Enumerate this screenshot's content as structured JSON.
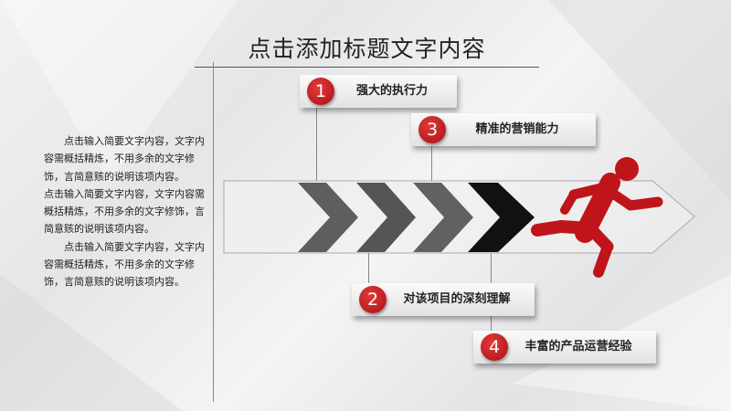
{
  "title": "点击添加标题文字内容",
  "body_paragraphs": [
    "点击输入简要文字内容，文字内容需概括精炼，不用多余的文字修饰，言简意赅的说明该项内容。",
    "点击输入简要文字内容，文字内容需概括精炼，不用多余的文字修饰，言简意赅的说明该项内容。",
    "点击输入简要文字内容，文字内容需概括精炼，不用多余的文字修饰，言简意赅的说明该项内容。"
  ],
  "steps": [
    {
      "number": "1",
      "label": "强大的执行力"
    },
    {
      "number": "3",
      "label": "精准的营销能力"
    },
    {
      "number": "2",
      "label": "对该项目的深刻理解"
    },
    {
      "number": "4",
      "label": "丰富的产品运营经验"
    }
  ],
  "colors": {
    "accent": "#c0141b",
    "chevron_gray": "#5e5e5e",
    "chevron_dark": "#111111"
  }
}
